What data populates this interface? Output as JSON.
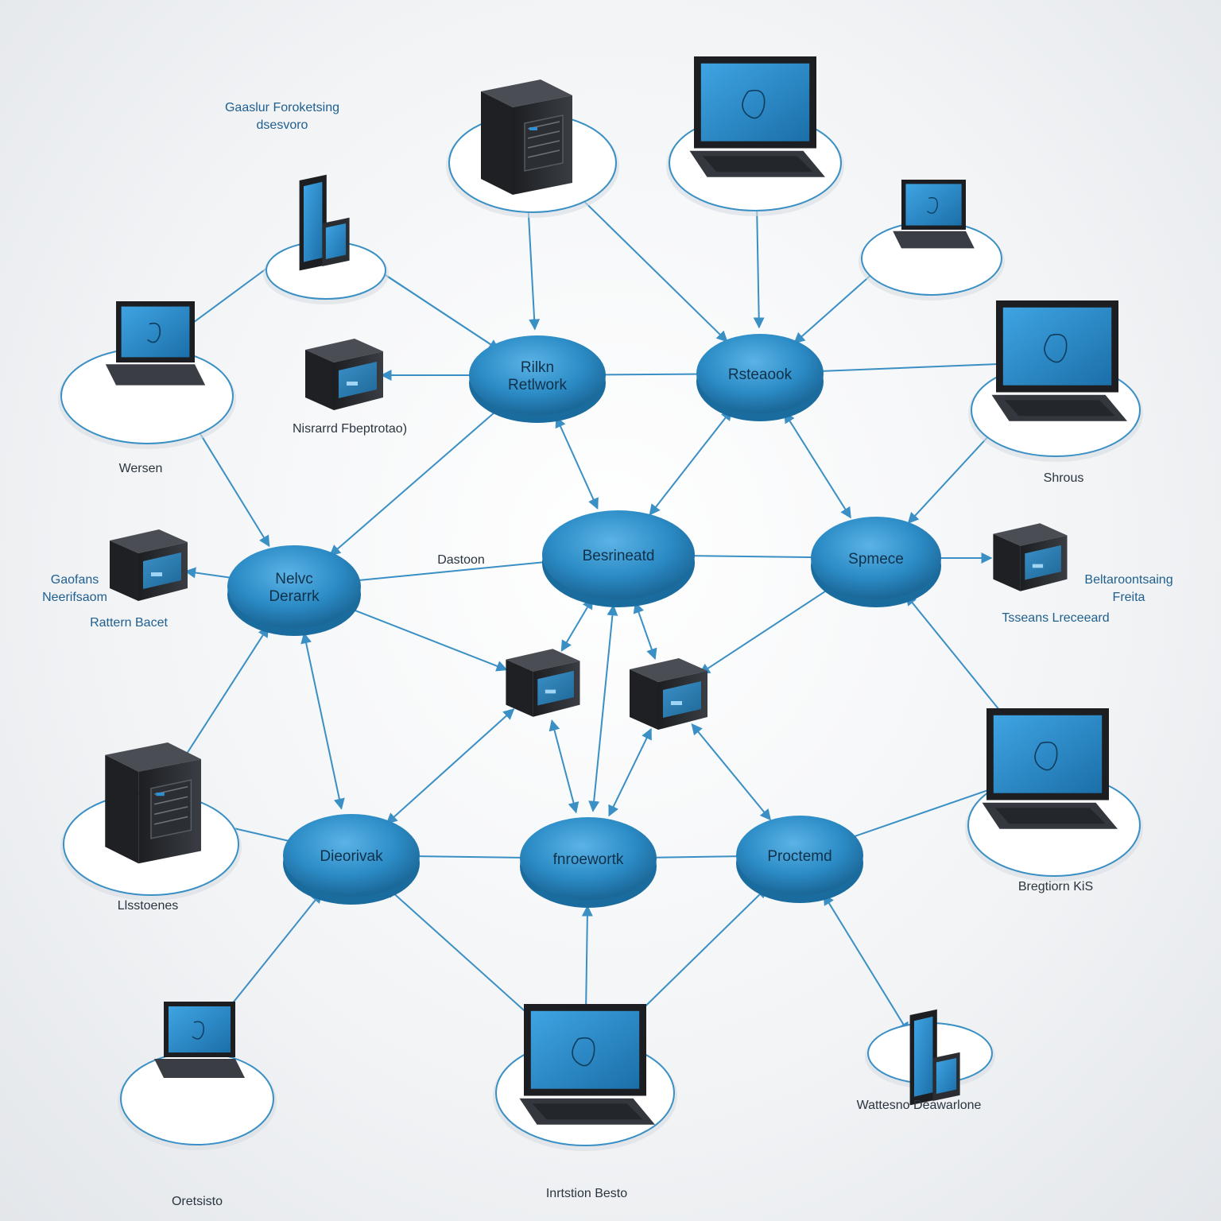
{
  "colors": {
    "hub": "#2c8cc6",
    "hub_dark": "#1a6c9f",
    "link": "#3a8fc4",
    "screen": "#2f8fd0",
    "device_body": "#2a2d31",
    "label_blue": "#1f5f8f",
    "label_dark": "#2a3540"
  },
  "hubs": [
    {
      "id": "h1",
      "label_lines": [
        "Rilkn",
        "Retlwork"
      ]
    },
    {
      "id": "h2",
      "label_lines": [
        "Rsteaook"
      ]
    },
    {
      "id": "h3",
      "label_lines": [
        "Nelvc",
        "Derarrk"
      ]
    },
    {
      "id": "h4",
      "label_lines": [
        "Besrineatd"
      ]
    },
    {
      "id": "h5",
      "label_lines": [
        "Spmece"
      ]
    },
    {
      "id": "h6",
      "label_lines": [
        "Dieorivak"
      ]
    },
    {
      "id": "h7",
      "label_lines": [
        "fnroewortk"
      ]
    },
    {
      "id": "h8",
      "label_lines": [
        "Proctemd"
      ]
    }
  ],
  "devices": [
    {
      "id": "d1",
      "type": "tower",
      "icon": "server-tower-icon"
    },
    {
      "id": "d2",
      "type": "monitor",
      "icon": "monitor-icon"
    },
    {
      "id": "d3",
      "type": "phone",
      "icon": "mobile-device-icon"
    },
    {
      "id": "d4",
      "type": "laptop",
      "icon": "laptop-icon"
    },
    {
      "id": "d5",
      "type": "laptop",
      "icon": "laptop-icon"
    },
    {
      "id": "d6",
      "type": "box",
      "icon": "network-switch-icon"
    },
    {
      "id": "d7",
      "type": "monitor",
      "icon": "monitor-icon"
    },
    {
      "id": "d8",
      "type": "box",
      "icon": "network-switch-icon"
    },
    {
      "id": "d9",
      "type": "box",
      "icon": "printer-icon"
    },
    {
      "id": "d10",
      "type": "box",
      "icon": "router-icon"
    },
    {
      "id": "d11",
      "type": "box",
      "icon": "router-icon"
    },
    {
      "id": "d12",
      "type": "tower",
      "icon": "server-tower-icon"
    },
    {
      "id": "d13",
      "type": "monitor",
      "icon": "desktop-computer-icon"
    },
    {
      "id": "d14",
      "type": "laptop",
      "icon": "laptop-icon"
    },
    {
      "id": "d15",
      "type": "monitor",
      "icon": "desktop-computer-icon"
    },
    {
      "id": "d16",
      "type": "phone",
      "icon": "tablet-icon"
    }
  ],
  "labels": [
    {
      "id": "l1",
      "lines": [
        "Gaaslur Foroketsing",
        "dsesvoro"
      ],
      "tone": "blue"
    },
    {
      "id": "l2",
      "lines": [
        "Nisrarrd Fbeptrotao)"
      ],
      "tone": "dark"
    },
    {
      "id": "l3",
      "lines": [
        "Wersen"
      ],
      "tone": "dark"
    },
    {
      "id": "l4",
      "lines": [
        "Shrous"
      ],
      "tone": "dark"
    },
    {
      "id": "l5",
      "lines": [
        "Gaofans",
        "Neerifsaom"
      ],
      "tone": "blue"
    },
    {
      "id": "l6",
      "lines": [
        "Rattern Bacet"
      ],
      "tone": "blue"
    },
    {
      "id": "l7",
      "lines": [
        "Dastoon"
      ],
      "tone": "dark"
    },
    {
      "id": "l8",
      "lines": [
        "Beltaroontsaing",
        "Freita"
      ],
      "tone": "blue"
    },
    {
      "id": "l9",
      "lines": [
        "Tsseans Lreceeard"
      ],
      "tone": "blue"
    },
    {
      "id": "l10",
      "lines": [
        "Llsstoenes"
      ],
      "tone": "dark"
    },
    {
      "id": "l11",
      "lines": [
        "Bregtiorn  KiS"
      ],
      "tone": "dark"
    },
    {
      "id": "l12",
      "lines": [
        "Wattesno  Deawarlone"
      ],
      "tone": "dark"
    },
    {
      "id": "l13",
      "lines": [
        "Oretsisto"
      ],
      "tone": "dark"
    },
    {
      "id": "l14",
      "lines": [
        "Inrtstion Besto"
      ],
      "tone": "dark"
    }
  ],
  "edges": [
    [
      "h1",
      "h2"
    ],
    [
      "h1",
      "d1"
    ],
    [
      "h1",
      "d3"
    ],
    [
      "h1",
      "d6"
    ],
    [
      "h1",
      "h3"
    ],
    [
      "h1",
      "h4"
    ],
    [
      "h2",
      "d2"
    ],
    [
      "h2",
      "d5"
    ],
    [
      "h2",
      "d7"
    ],
    [
      "h2",
      "d1"
    ],
    [
      "h2",
      "h4"
    ],
    [
      "h2",
      "h5"
    ],
    [
      "h3",
      "d4"
    ],
    [
      "h3",
      "d8"
    ],
    [
      "h3",
      "h4"
    ],
    [
      "h3",
      "d12"
    ],
    [
      "h3",
      "h6"
    ],
    [
      "h3",
      "d10"
    ],
    [
      "h4",
      "d10"
    ],
    [
      "h4",
      "d11"
    ],
    [
      "h4",
      "h5"
    ],
    [
      "h4",
      "h7"
    ],
    [
      "h5",
      "d9"
    ],
    [
      "h5",
      "d11"
    ],
    [
      "h5",
      "d13"
    ],
    [
      "h5",
      "d7"
    ],
    [
      "h6",
      "h7"
    ],
    [
      "h6",
      "d12"
    ],
    [
      "h6",
      "d14"
    ],
    [
      "h6",
      "d10"
    ],
    [
      "h6",
      "d15"
    ],
    [
      "h7",
      "h8"
    ],
    [
      "h7",
      "d10"
    ],
    [
      "h7",
      "d11"
    ],
    [
      "h7",
      "d15"
    ],
    [
      "h8",
      "d11"
    ],
    [
      "h8",
      "d13"
    ],
    [
      "h8",
      "d15"
    ],
    [
      "h8",
      "d16"
    ],
    [
      "d3",
      "d4"
    ],
    [
      "d3",
      "h1"
    ]
  ]
}
